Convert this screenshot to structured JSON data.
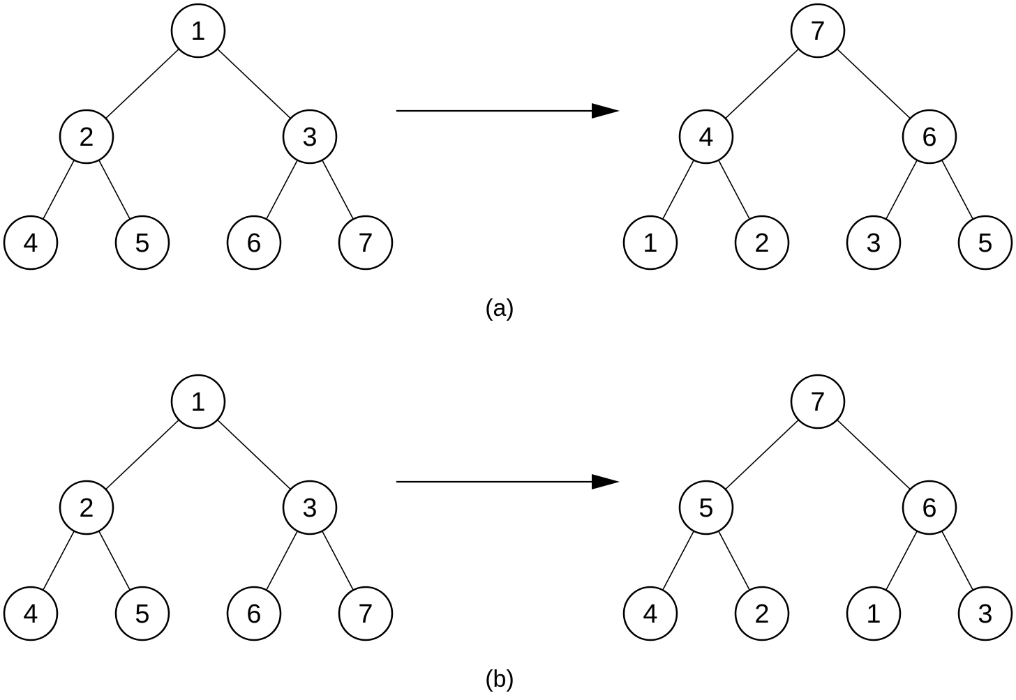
{
  "panels": [
    {
      "caption": "(a)",
      "before": [
        "1",
        "2",
        "3",
        "4",
        "5",
        "6",
        "7"
      ],
      "after": [
        "7",
        "4",
        "6",
        "1",
        "2",
        "3",
        "5"
      ]
    },
    {
      "caption": "(b)",
      "before": [
        "1",
        "2",
        "3",
        "4",
        "5",
        "6",
        "7"
      ],
      "after": [
        "7",
        "5",
        "6",
        "4",
        "2",
        "1",
        "3"
      ]
    }
  ]
}
